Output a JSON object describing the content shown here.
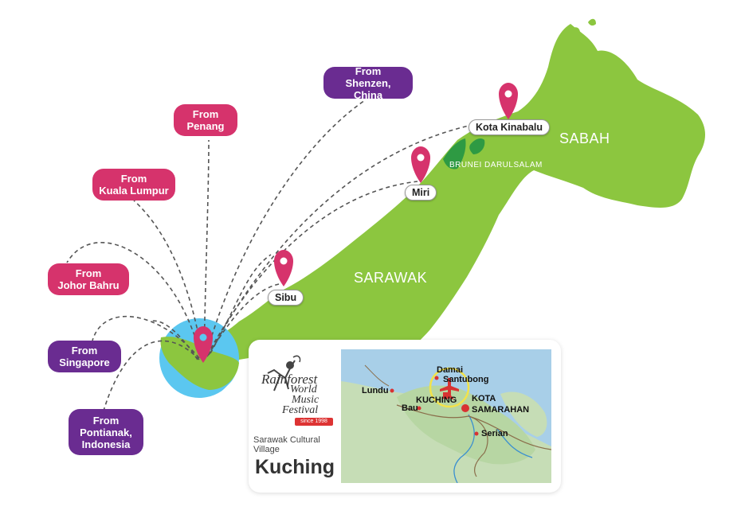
{
  "origins": [
    {
      "label_1": "From",
      "label_2": "Penang",
      "label_3": ""
    },
    {
      "label_1": "From",
      "label_2": "Shenzen, China",
      "label_3": ""
    },
    {
      "label_1": "From",
      "label_2": "Kuala Lumpur",
      "label_3": ""
    },
    {
      "label_1": "From",
      "label_2": "Johor Bahru",
      "label_3": ""
    },
    {
      "label_1": "From",
      "label_2": "Singapore",
      "label_3": ""
    },
    {
      "label_1": "From",
      "label_2": "Pontianak,",
      "label_3": "Indonesia"
    }
  ],
  "cities": {
    "kota_kinabalu": "Kota Kinabalu",
    "miri": "Miri",
    "sibu": "Sibu"
  },
  "regions": {
    "sabah": "SABAH",
    "sarawak": "SARAWAK",
    "brunei": "BRUNEI DARULSALAM"
  },
  "festival": {
    "logo_line1": "Rainforest",
    "logo_line2": "World",
    "logo_line3": "Music",
    "logo_line4": "Festival",
    "since": "since 1998",
    "venue": "Sarawak Cultural Village",
    "city": "Kuching"
  },
  "inset_map": {
    "damai": "Damai",
    "santubong": "Santubong",
    "lundu": "Lundu",
    "bau": "Bau",
    "kuching": "KUCHING",
    "kota_samarahan_1": "KOTA",
    "kota_samarahan_2": "SAMARAHAN",
    "serian": "Serian"
  },
  "colors": {
    "land": "#8cc63f",
    "brunei": "#2e9a43",
    "sea": "#5bc7f0",
    "pin": "#d6336c",
    "pink_pill": "#d6336c",
    "purple_pill": "#6a2c91"
  }
}
